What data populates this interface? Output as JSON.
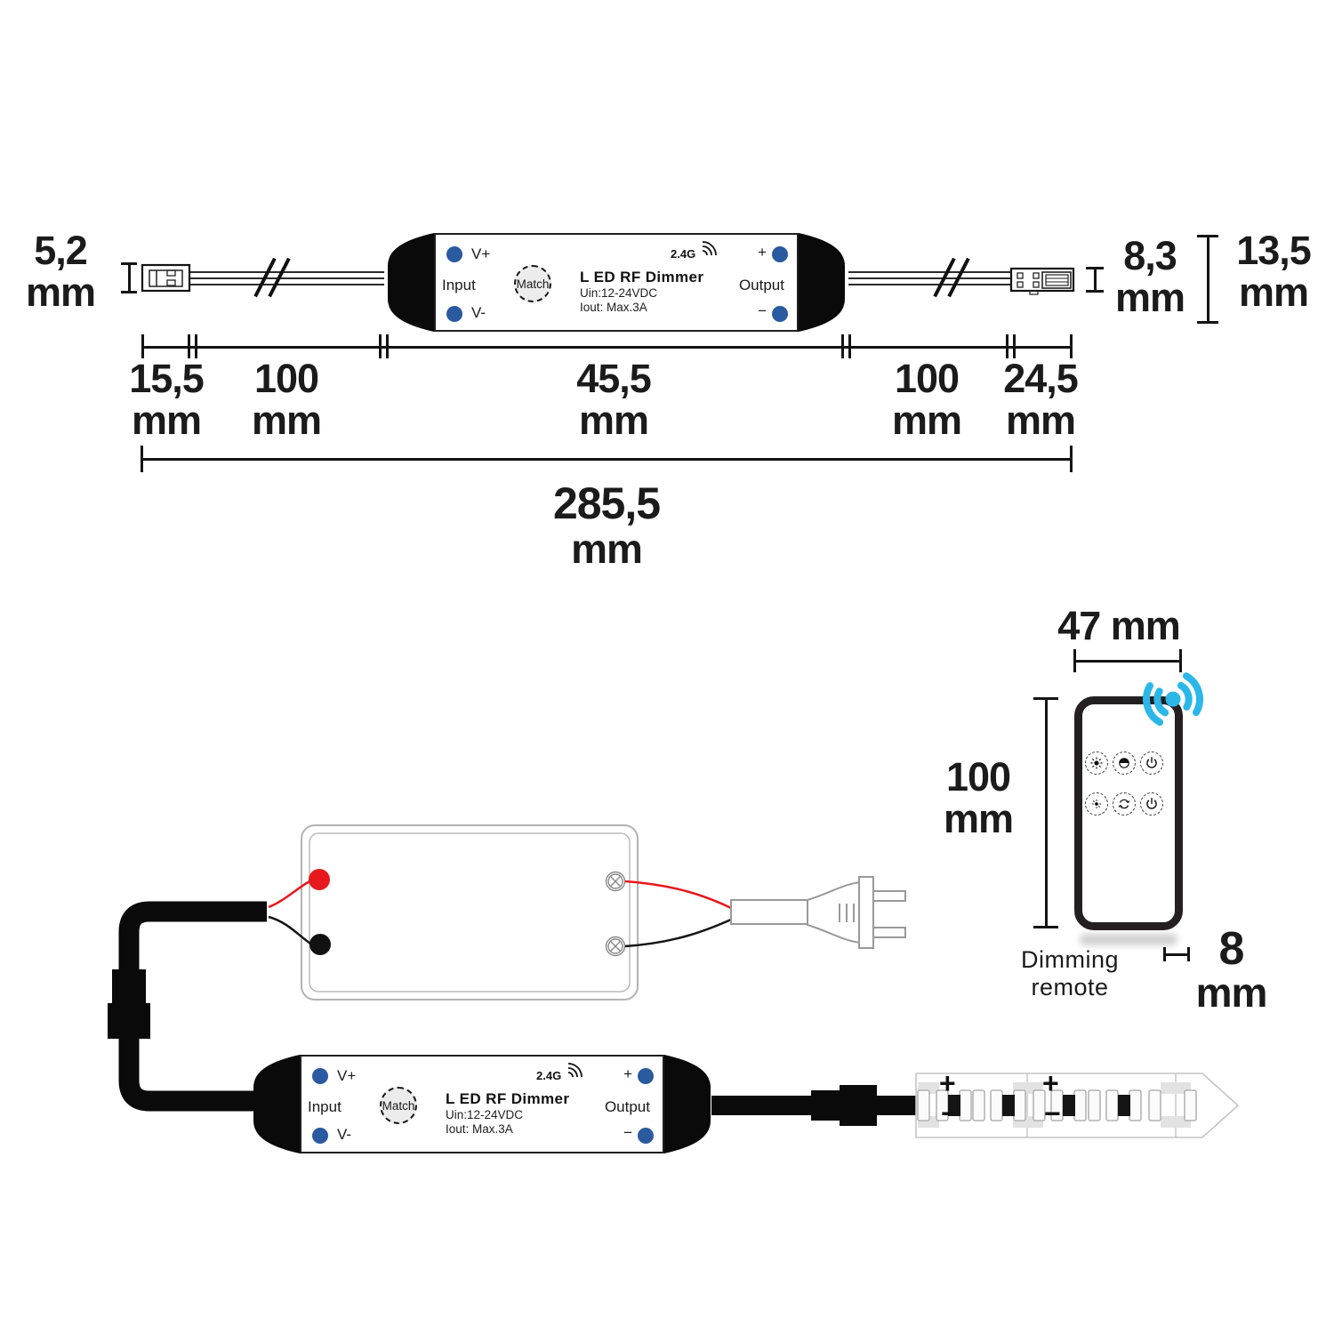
{
  "top_drawing": {
    "connector_height_left": {
      "value": "5,2",
      "unit": "mm"
    },
    "connector_height_right": {
      "value": "8,3",
      "unit": "mm"
    },
    "connector_total_height_right": {
      "value": "13,5",
      "unit": "mm"
    },
    "segments": [
      {
        "value": "15,5",
        "unit": "mm"
      },
      {
        "value": "100",
        "unit": "mm"
      },
      {
        "value": "45,5",
        "unit": "mm"
      },
      {
        "value": "100",
        "unit": "mm"
      },
      {
        "value": "24,5",
        "unit": "mm"
      }
    ],
    "total_length": {
      "value": "285,5",
      "unit": "mm"
    }
  },
  "dimmer": {
    "v_plus": "V+",
    "v_minus": "V-",
    "input": "Input",
    "output": "Output",
    "match": "Match",
    "title": "L ED RF Dimmer",
    "uin": "Uin:12-24VDC",
    "iout": "Iout: Max.3A",
    "rf": "2.4G",
    "plus": "+",
    "minus": "−"
  },
  "remote": {
    "width_label": "47 mm",
    "height": {
      "value": "100",
      "unit": "mm"
    },
    "depth": {
      "value": "8",
      "unit": "mm"
    },
    "caption": "Dimming remote",
    "buttons": [
      "brightness-up",
      "dim-level",
      "power",
      "brightness-down",
      "mode",
      "power"
    ]
  },
  "led_strip": {
    "plus": "+",
    "minus": "−"
  },
  "colors": {
    "terminal_blue": "#2a5aa0",
    "wifi_cyan": "#2bb7e8",
    "wire_red": "#e8191c",
    "cable_black": "#0a0a0a"
  }
}
